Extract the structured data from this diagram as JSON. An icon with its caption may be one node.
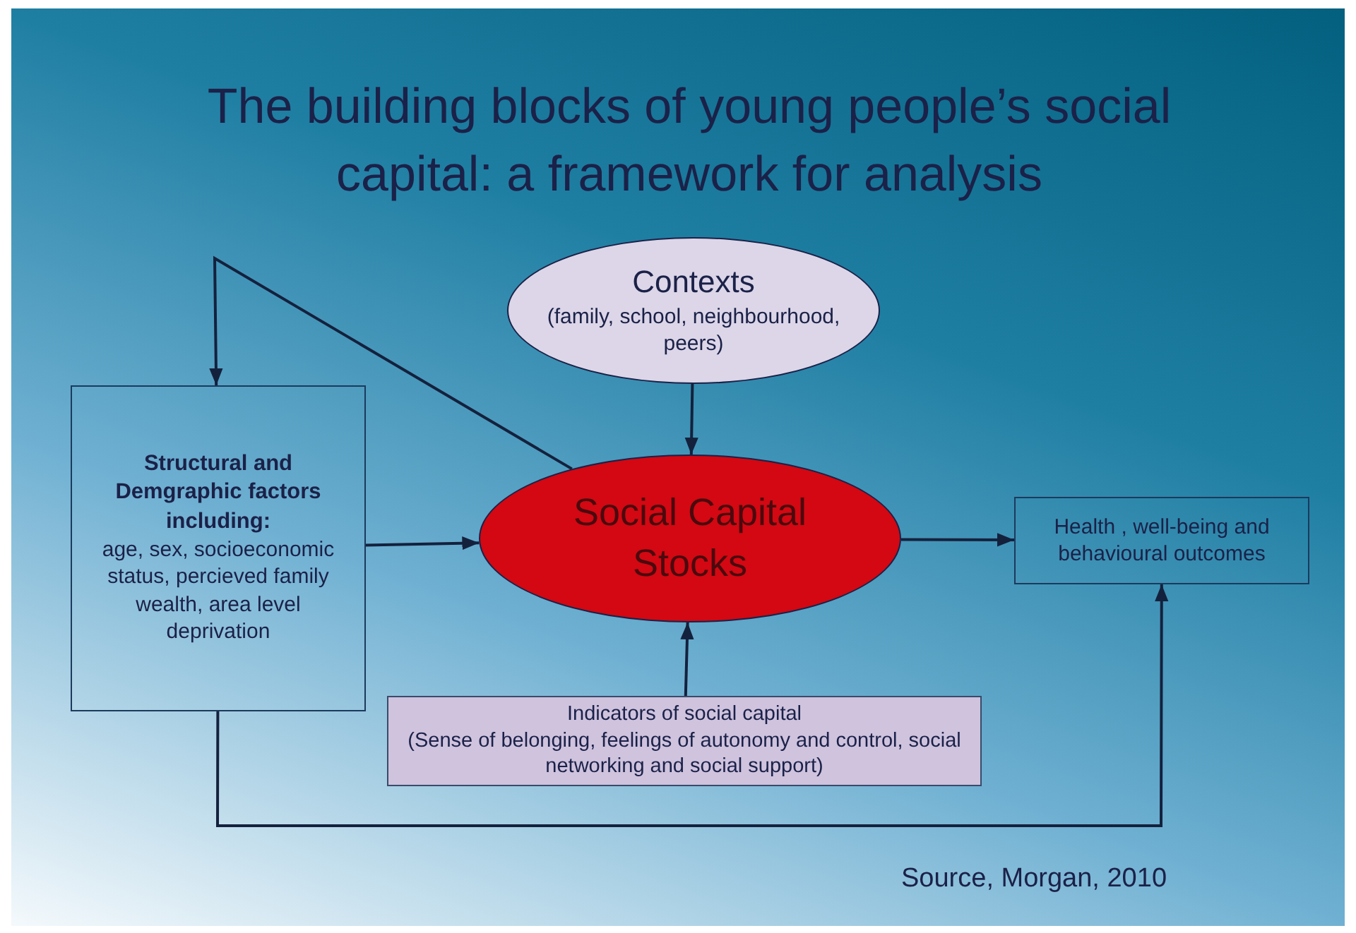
{
  "diagram": {
    "title": "The building blocks of young people’s social capital: a framework for analysis",
    "nodes": [
      {
        "text": [
          "Contexts",
          "(family, school, neighbourhood, peers)"
        ]
      },
      {
        "text": [
          "Structural and Demgraphic factors including:",
          "age, sex, socioeconomic status, percieved family wealth, area level deprivation"
        ]
      },
      {
        "text": [
          "Social Capital Stocks"
        ]
      },
      {
        "text": [
          "Health , well-being and behavioural outcomes"
        ]
      },
      {
        "text": [
          "Indicators of social capital",
          "(Sense of belonging, feelings of autonomy and control, social networking and social support)"
        ]
      }
    ],
    "edges": [
      {
        "from": 0,
        "to": 2,
        "arrow": "to"
      },
      {
        "from": 1,
        "to": 2,
        "arrow": "to"
      },
      {
        "from": 2,
        "to": 3,
        "arrow": "to"
      },
      {
        "from": 4,
        "to": 2,
        "arrow": "to"
      },
      {
        "from": 2,
        "to": 1,
        "arrow": "to"
      },
      {
        "from": 1,
        "to": 3,
        "arrow": "to"
      }
    ],
    "labels": [
      "Source, Morgan, 2010"
    ]
  }
}
